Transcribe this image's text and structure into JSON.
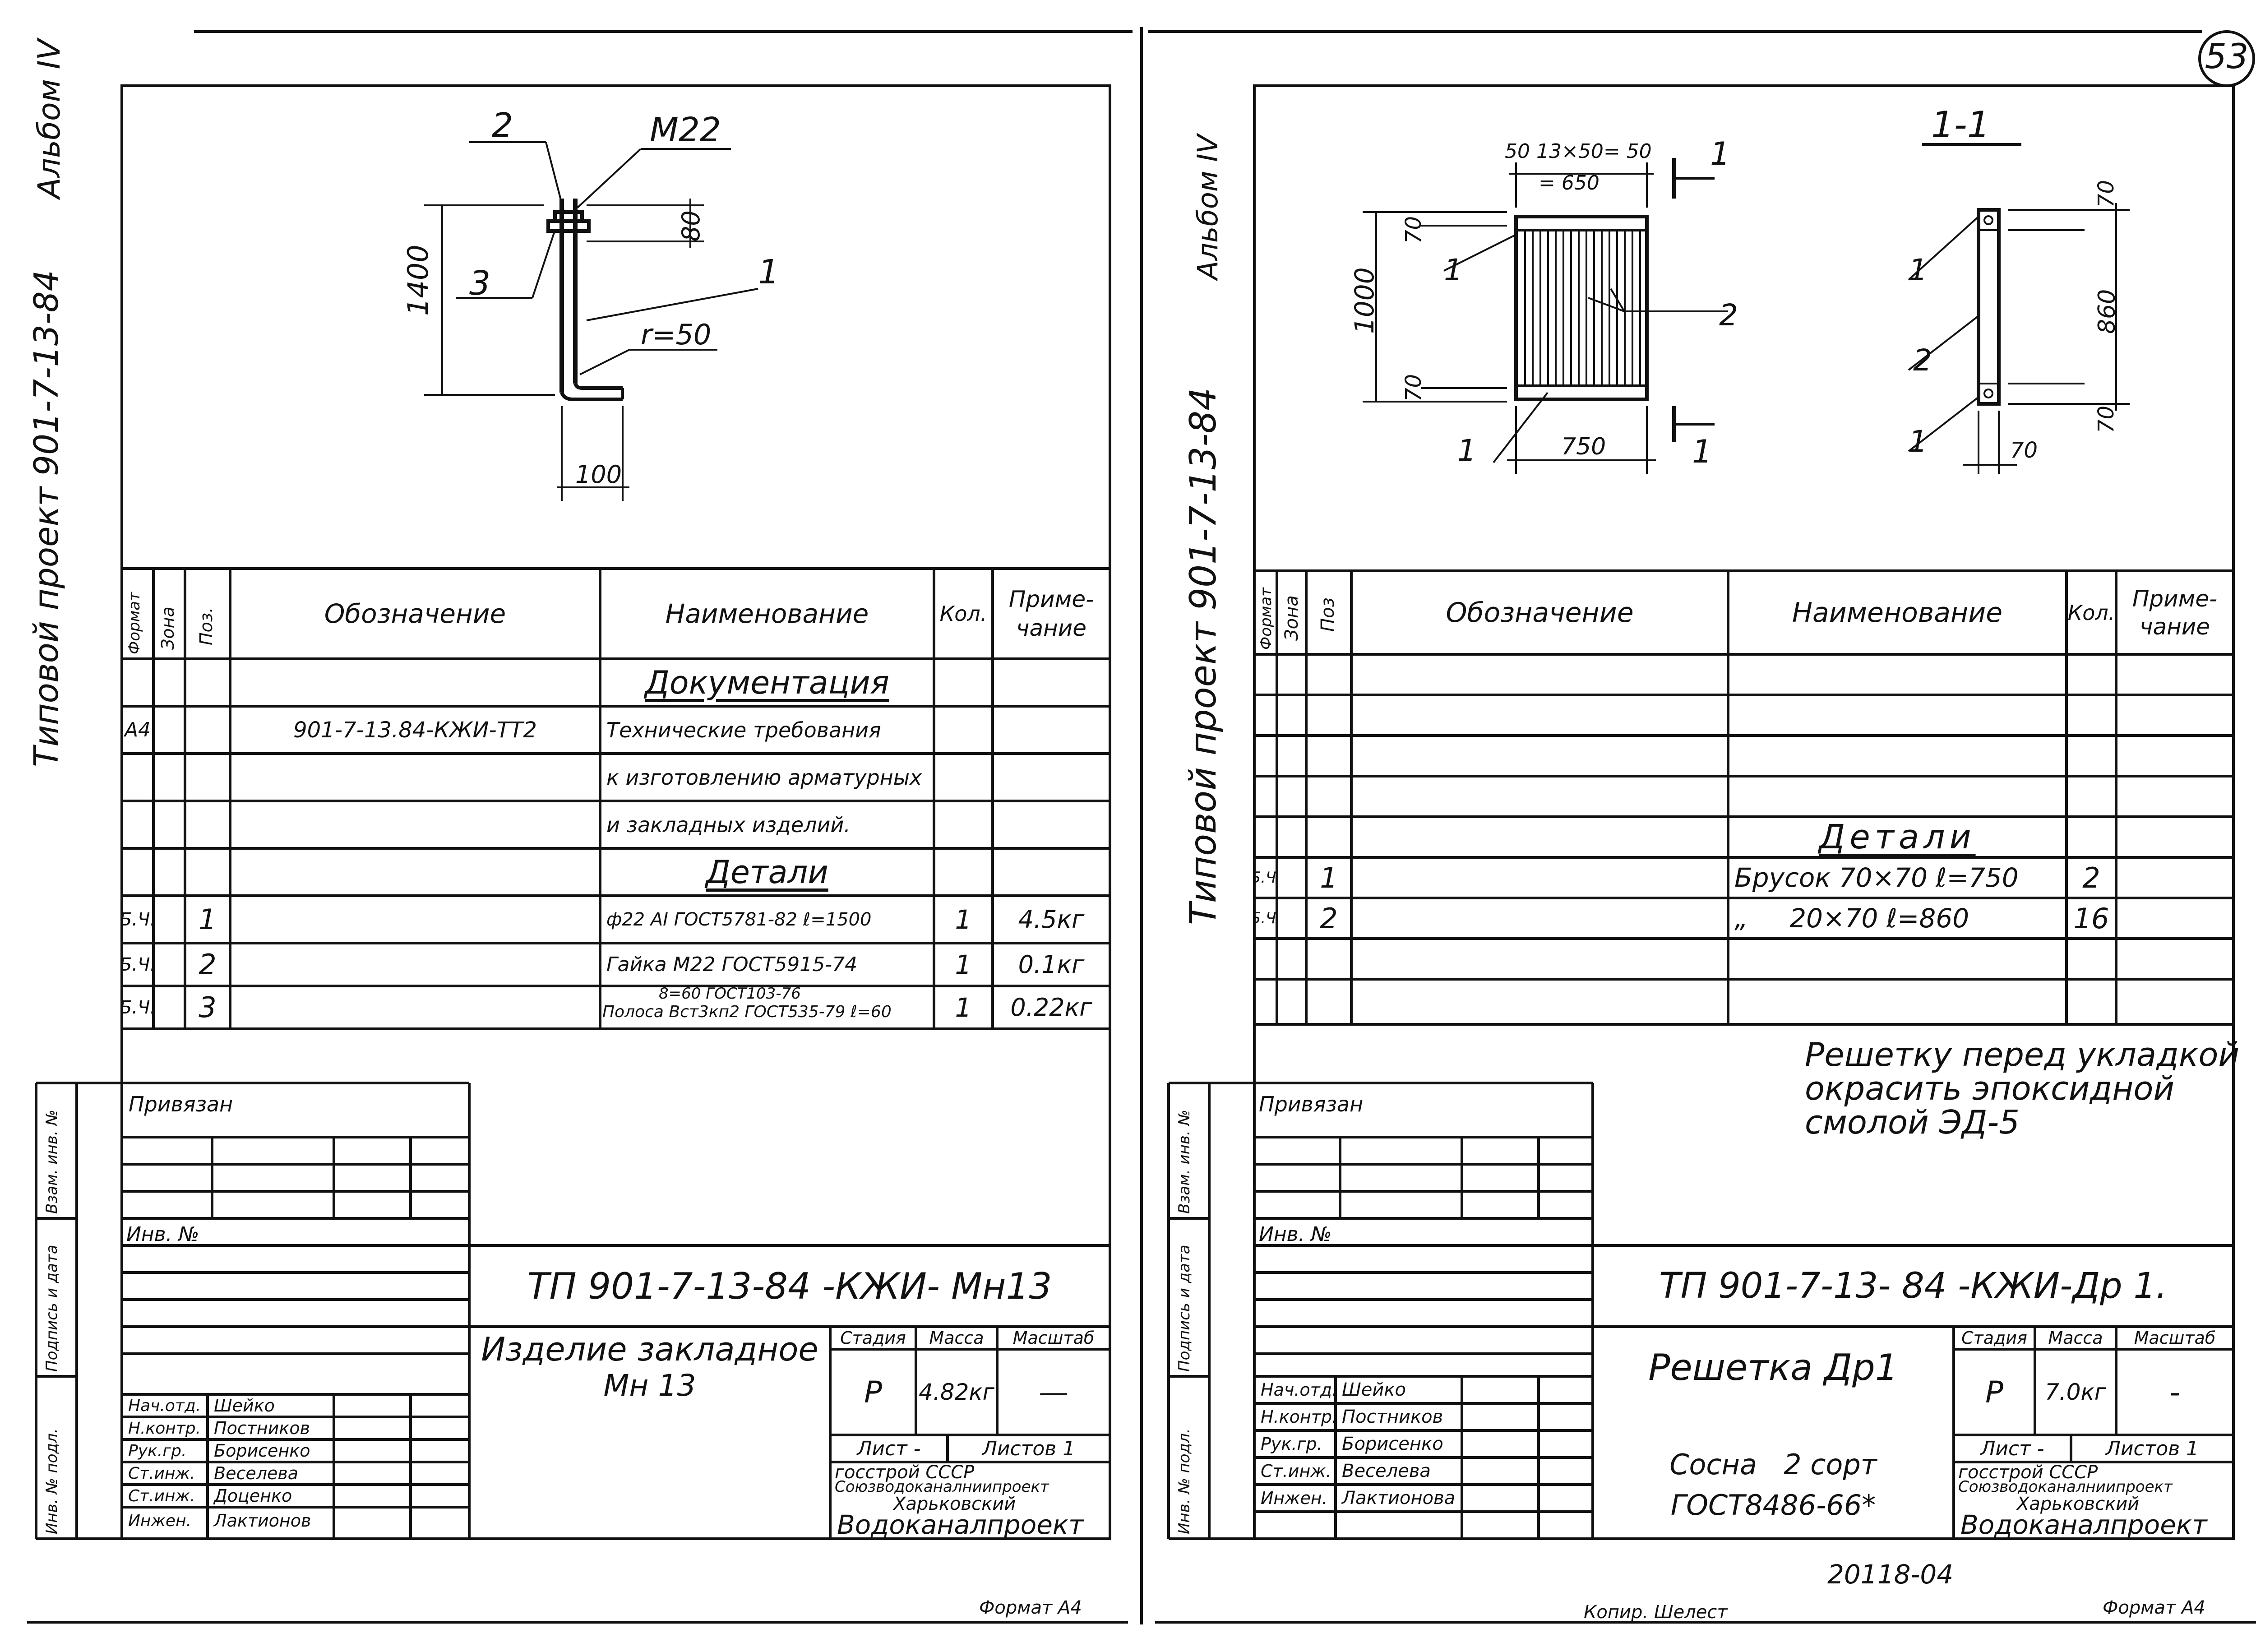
{
  "page_number": "53",
  "bottom_note": "Копир. Шелест",
  "left_sheet": {
    "album": "Альбом IV",
    "project_side": "Типовой проект 901-7-13-84",
    "drawing": {
      "pos_2": "2",
      "pos_3": "3",
      "pos_1": "1",
      "thread": "M22",
      "dim_80": "80",
      "dim_1400": "1400",
      "radius": "r=50",
      "dim_100": "100"
    },
    "spec": {
      "headers": {
        "format": "Формат",
        "zone": "Зона",
        "pos": "Поз.",
        "designation": "Обозначение",
        "name": "Наименование",
        "qty": "Кол.",
        "note": "Приме-чание"
      },
      "section_docs": "Документация",
      "doc_row": {
        "format": "А4",
        "designation": "901-7-13.84-КЖИ-ТТ2",
        "name_lines": [
          "Технические требования",
          "к изготовлению арматурных",
          "и закладных изделий."
        ]
      },
      "section_details": "Детали",
      "rows": [
        {
          "format": "Б.Ч.",
          "pos": "1",
          "name": "ф22 АI ГОСТ5781-82 ℓ=1500",
          "qty": "1",
          "note": "4.5кг"
        },
        {
          "format": "Б.Ч.",
          "pos": "2",
          "name": "Гайка М22 ГОСТ5915-74",
          "qty": "1",
          "note": "0.1кг"
        },
        {
          "format": "Б.Ч.",
          "pos": "3",
          "name_top": "8=60 ГОСТ103-76",
          "name_bottom": "Полоса Вст3кп2 ГОСТ535-79 ℓ=60",
          "qty": "1",
          "note": "0.22кг"
        }
      ]
    },
    "title_block": {
      "attached": "Привязан",
      "inv_no": "Инв. №",
      "side_labels": [
        "Инв. № подл.",
        "Подпись и дата",
        "Взам. инв. №"
      ],
      "code": "ТП 901-7-13-84 -КЖИ- Мн13",
      "title_line1": "Изделие закладное",
      "title_line2": "Мн 13",
      "stage_h": "Стадия",
      "mass_h": "Масса",
      "scale_h": "Масштаб",
      "stage": "Р",
      "mass": "4.82кг",
      "scale": "—",
      "sheet_h": "Лист -",
      "sheets_h": "Листов 1",
      "org_lines": [
        "госстрой СССР",
        "Союзводоканалниипроект",
        "Харьковский",
        "Водоканалпроект"
      ],
      "staff": [
        {
          "role": "Нач.отд.",
          "name": "Шейко"
        },
        {
          "role": "Н.контр.",
          "name": "Постников"
        },
        {
          "role": "Рук.гр.",
          "name": "Борисенко"
        },
        {
          "role": "Ст.инж.",
          "name": "Веселева"
        },
        {
          "role": "Ст.инж.",
          "name": "Доценко"
        },
        {
          "role": "Инжен.",
          "name": "Лактионов"
        }
      ]
    },
    "format_label": "Формат А4"
  },
  "right_sheet": {
    "album": "Альбом IV",
    "project_side": "Типовой проект 901-7-13-84",
    "drawing": {
      "top_dims": "50  13×50=  50",
      "top_dims2": "= 650",
      "section_mark": "1",
      "section_title": "1-1",
      "dim_1000": "1000",
      "dim_70a": "70",
      "dim_70b": "70",
      "dim_750": "750",
      "pos_1a": "1",
      "pos_1b": "1",
      "pos_2": "2",
      "dim_860": "860",
      "dim_70c": "70",
      "dim_70d": "70",
      "dim_70e": "70",
      "pos_1c": "1",
      "pos_2b": "2",
      "pos_1d": "1"
    },
    "spec": {
      "headers": {
        "format": "Формат",
        "zone": "Зона",
        "pos": "Поз",
        "designation": "Обозначение",
        "name": "Наименование",
        "qty": "Кол.",
        "note": "Приме-чание"
      },
      "section_details": "Детали",
      "rows": [
        {
          "format": "Б.Ч.",
          "pos": "1",
          "name": "Брусок 70×70 ℓ=750",
          "qty": "2"
        },
        {
          "format": "Б.Ч.",
          "pos": "2",
          "name": "„     20×70 ℓ=860",
          "qty": "16"
        }
      ]
    },
    "note_lines": [
      "Решетку перед укладкой",
      "окрасить эпоксидной",
      "смолой ЭД-5"
    ],
    "title_block": {
      "attached": "Привязан",
      "inv_no": "Инв. №",
      "side_labels": [
        "Инв. № подл.",
        "Подпись и дата",
        "Взам. инв. №"
      ],
      "code": "ТП 901-7-13- 84 -КЖИ-Др 1.",
      "title": "Решетка Др1",
      "material_line1": "Сосна   2 сорт",
      "material_line2": "ГОСТ8486-66*",
      "stage_h": "Стадия",
      "mass_h": "Масса",
      "scale_h": "Масштаб",
      "stage": "Р",
      "mass": "7.0кг",
      "scale": "-",
      "sheet_h": "Лист -",
      "sheets_h": "Листов 1",
      "org_lines": [
        "госстрой СССР",
        "Союзводоканалниипроект",
        "Харьковский",
        "Водоканалпроект"
      ],
      "staff": [
        {
          "role": "Нач.отд.",
          "name": "Шейко"
        },
        {
          "role": "Н.контр.",
          "name": "Постников"
        },
        {
          "role": "Рук.гр.",
          "name": "Борисенко"
        },
        {
          "role": "Ст.инж.",
          "name": "Веселева"
        },
        {
          "role": "Инжен.",
          "name": "Лактионова"
        }
      ]
    },
    "archive_no": "20118-04",
    "format_label": "Формат А4"
  }
}
